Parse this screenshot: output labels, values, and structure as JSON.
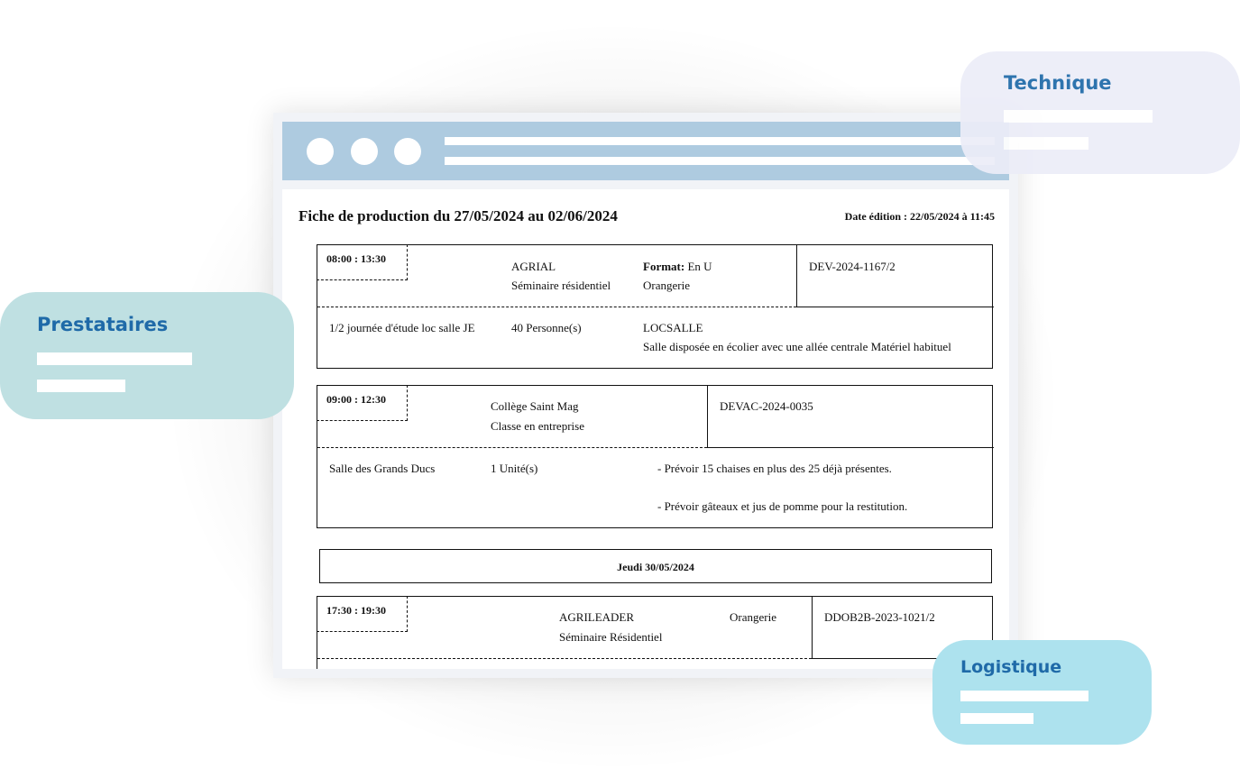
{
  "document": {
    "title": "Fiche de production du 27/05/2024 au 02/06/2024",
    "edition_date": "Date édition : 22/05/2024 à 11:45"
  },
  "entries": [
    {
      "time": "08:00 : 13:30",
      "client": "AGRIAL",
      "event": "Séminaire résidentiel",
      "format_label": "Format:",
      "format_value": "En U",
      "room": "Orangerie",
      "reference": "DEV-2024-1167/2",
      "service": "1/2 journée d'étude loc salle JE",
      "quantity": "40 Personne(s)",
      "code": "LOCSALLE",
      "note": "Salle disposée en écolier avec une allée centrale Matériel habituel"
    },
    {
      "time": "09:00 : 12:30",
      "client": "Collège Saint Mag",
      "event": "Classe en entreprise",
      "reference": "DEVAC-2024-0035",
      "service": "Salle des Grands Ducs",
      "quantity": "1 Unité(s)",
      "note_1": "- Prévoir 15 chaises en plus des 25 déjà présentes.",
      "note_2": "- Prévoir gâteaux et jus de pomme pour la restitution."
    },
    {
      "time": "17:30 : 19:30",
      "client": "AGRILEADER",
      "event": "Séminaire Résidentiel",
      "room": "Orangerie",
      "reference": "DDOB2B-2023-1021/2"
    }
  ],
  "day_band": "Jeudi 30/05/2024",
  "bubbles": {
    "technique": {
      "title": "Technique",
      "color": "#ecedf8"
    },
    "prestataires": {
      "title": "Prestataires",
      "color": "#bfe0e2"
    },
    "logistique": {
      "title": "Logistique",
      "color": "#ade2ee"
    }
  },
  "colors": {
    "titlebar": "#aecbe0",
    "bubble_text": "#1f6aa8"
  }
}
